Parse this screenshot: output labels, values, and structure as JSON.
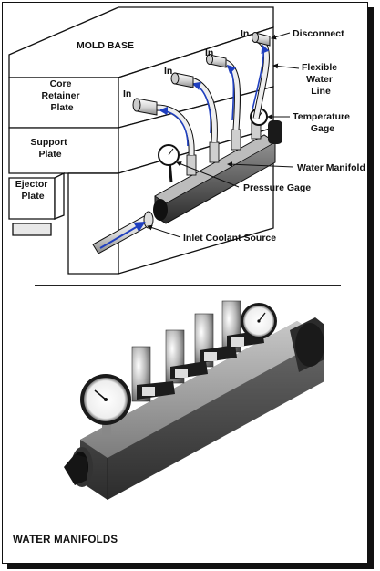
{
  "diagram": {
    "labels": {
      "mold_base": "MOLD BASE",
      "core_retainer_plate": [
        "Core",
        "Retainer",
        "Plate"
      ],
      "support_plate": [
        "Support",
        "Plate"
      ],
      "ejector_plate": [
        "Ejector",
        "Plate"
      ],
      "inlet": "In",
      "disconnect": "Disconnect",
      "flexible_water_line": [
        "Flexible",
        "Water",
        "Line"
      ],
      "temperature_gage": [
        "Temperature",
        "Gage"
      ],
      "water_manifold": "Water Manifold",
      "pressure_gage": "Pressure Gage",
      "inlet_coolant_source": "Inlet Coolant Source"
    },
    "colors": {
      "flow_arrow": "#1f3fbf",
      "ink": "#111111"
    }
  },
  "photo": {
    "caption": "WATER MANIFOLDS"
  }
}
